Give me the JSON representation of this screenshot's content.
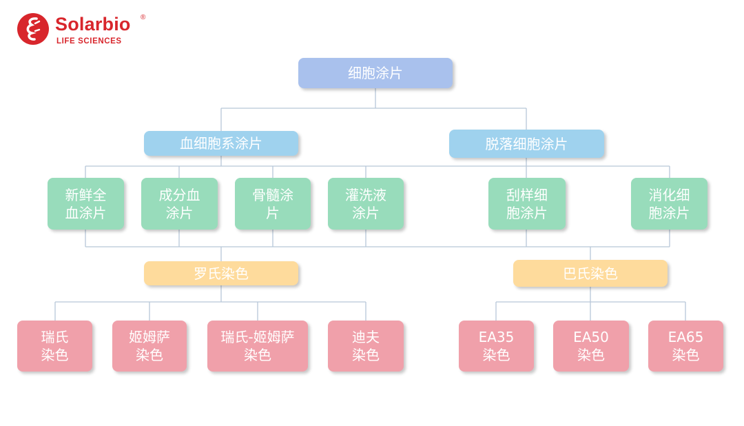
{
  "brand": {
    "name": "Solarbio",
    "registered": "®",
    "tagline": "LIFE SCIENCES",
    "color": "#d8262c"
  },
  "palette": {
    "root": "#a9c1ed",
    "category": "#9fd2ee",
    "type": "#98dcbb",
    "stain": "#fedb9c",
    "method": "#f0a0aa",
    "connector": "#b7c7d8"
  },
  "diagram": {
    "root": "细胞涂片",
    "categories": {
      "blood": "血细胞系涂片",
      "exfoliated": "脱落细胞涂片"
    },
    "types": {
      "fresh_blood": "新鲜全\n血涂片",
      "component_blood": "成分血\n涂片",
      "bone_marrow": "骨髓涂\n片",
      "lavage": "灌洗液\n涂片",
      "scrape": "刮样细\n胞涂片",
      "digestion": "消化细\n胞涂片"
    },
    "stains": {
      "romanowsky": "罗氏染色",
      "papanicolaou": "巴氏染色"
    },
    "methods": {
      "wright": "瑞氏\n染色",
      "giemsa": "姬姆萨\n染色",
      "wright_giemsa": "瑞氏-姬姆萨\n染色",
      "diff": "迪夫\n染色",
      "ea35": "EA35\n染色",
      "ea50": "EA50\n染色",
      "ea65": "EA65\n染色"
    }
  }
}
